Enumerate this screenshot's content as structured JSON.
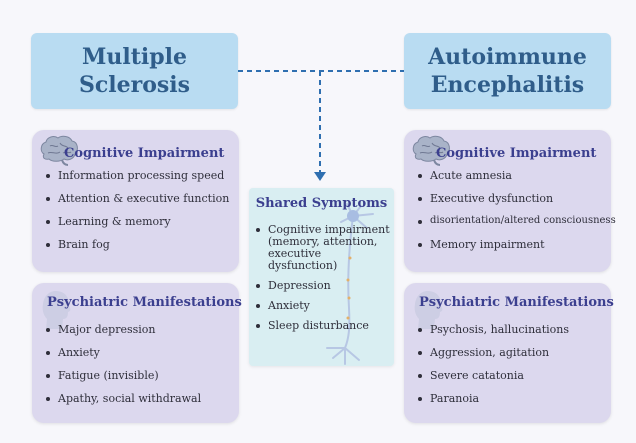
{
  "left_header": "Multiple Sclerosis",
  "right_header": "Autoimmune Encephalitis",
  "ms_cognitive": {
    "title": "Cognitive Impairment",
    "items": [
      "Information processing speed",
      "Attention & executive function",
      "Learning & memory",
      "Brain fog"
    ]
  },
  "ms_psychiatric": {
    "title": "Psychiatric Manifestations",
    "items": [
      "Major depression",
      "Anxiety",
      "Fatigue (invisible)",
      "Apathy, social withdrawal"
    ]
  },
  "ae_cognitive": {
    "title": "Cognitive Impairment",
    "items": [
      "Acute amnesia",
      "Executive dysfunction",
      "disorientation/altered consciousness",
      "Memory impairment"
    ]
  },
  "ae_psychiatric": {
    "title": "Psychiatric Manifestations",
    "items": [
      "Psychosis, hallucinations",
      "Aggression, agitation",
      "Severe catatonia",
      "Paranoia"
    ]
  },
  "shared": {
    "title": "Shared Symptoms",
    "items": [
      "Cognitive impairment (memory, attention, executive dysfunction)",
      "Depression",
      "Anxiety",
      "Sleep disturbance"
    ]
  },
  "colors": {
    "header_fill": "#b9dcf2",
    "header_text": "#2f5d8a",
    "panel_fill": "#dcd8ee",
    "panel_title": "#3b3f8f",
    "shared_fill": "#d9eef2",
    "connector": "#2f6fb0"
  },
  "icons": {
    "cognitive": "brain-icon",
    "psychiatric": "head-silhouette-icon",
    "shared": "neuron-illustration"
  }
}
